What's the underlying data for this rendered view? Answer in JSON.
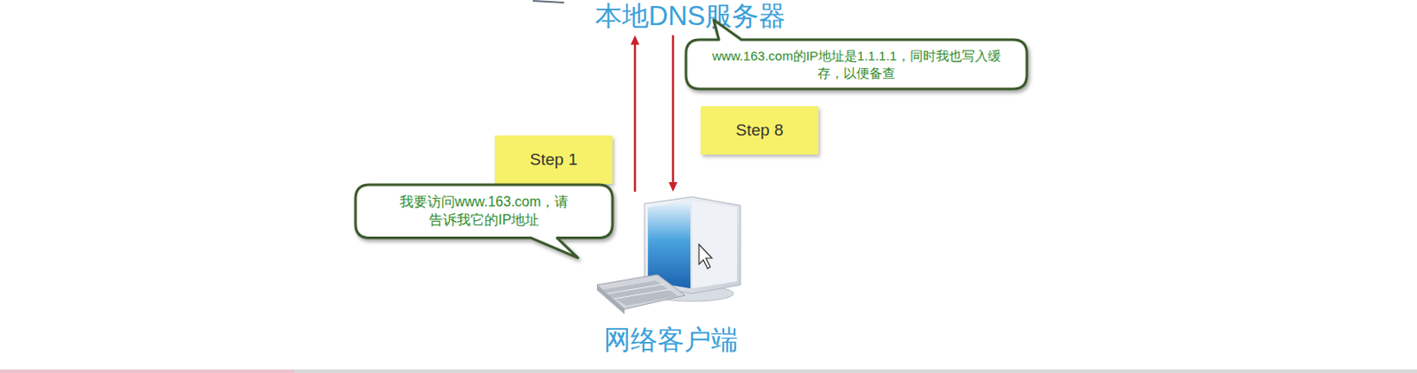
{
  "diagram": {
    "nodes": [
      {
        "text": [
          "本地DNS服务器"
        ]
      },
      {
        "text": [
          "www.163.com的IP地址是1.1.1.1，同时我也写入缓存，以便备查"
        ]
      },
      {
        "text": [
          "Step 8"
        ]
      },
      {
        "text": [
          "Step 1"
        ]
      },
      {
        "text": [
          "我要访问www.163.com，请告诉我它的IP地址"
        ]
      },
      {
        "text": [
          "网络客户端"
        ]
      }
    ],
    "edges": [
      {
        "from": 5,
        "to": 0,
        "arrow": "to"
      },
      {
        "from": 0,
        "to": 5,
        "arrow": "to"
      }
    ]
  }
}
